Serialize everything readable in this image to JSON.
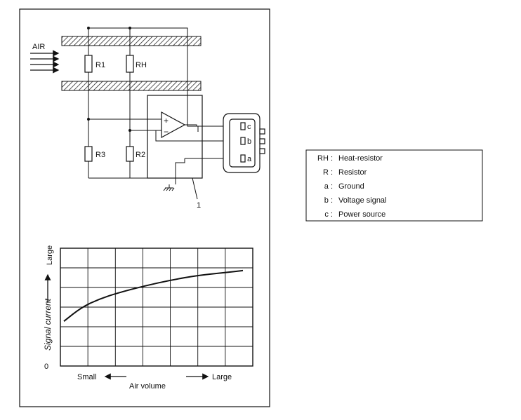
{
  "circuit": {
    "air_label": "AIR",
    "resistors": {
      "r1": "R1",
      "rh": "RH",
      "r3": "R3",
      "r2": "R2"
    },
    "opamp": {
      "plus": "+",
      "minus": "−"
    },
    "connector_pins": {
      "c": "c",
      "b": "b",
      "a": "a"
    },
    "part_number": "1"
  },
  "legend": {
    "items": [
      {
        "key": "RH :",
        "text": "Heat-resistor"
      },
      {
        "key": "R :",
        "text": "Resistor"
      },
      {
        "key": "a :",
        "text": "Ground"
      },
      {
        "key": "b :",
        "text": "Voltage signal"
      },
      {
        "key": "c :",
        "text": "Power source"
      }
    ]
  },
  "chart_data": {
    "type": "line",
    "ylabel": "Signal current",
    "y_top_label": "Large",
    "y_zero_label": "0",
    "x_left_label": "Small",
    "x_center_label": "Air volume",
    "x_right_label": "Large",
    "grid": true,
    "grid_columns": 7,
    "grid_rows": 6,
    "series": [
      {
        "x": [
          0.0,
          0.1,
          0.2,
          0.3,
          0.45,
          0.6,
          0.75,
          0.88,
          1.0
        ],
        "y": [
          0.38,
          0.5,
          0.57,
          0.62,
          0.68,
          0.73,
          0.77,
          0.79,
          0.81
        ]
      }
    ]
  }
}
